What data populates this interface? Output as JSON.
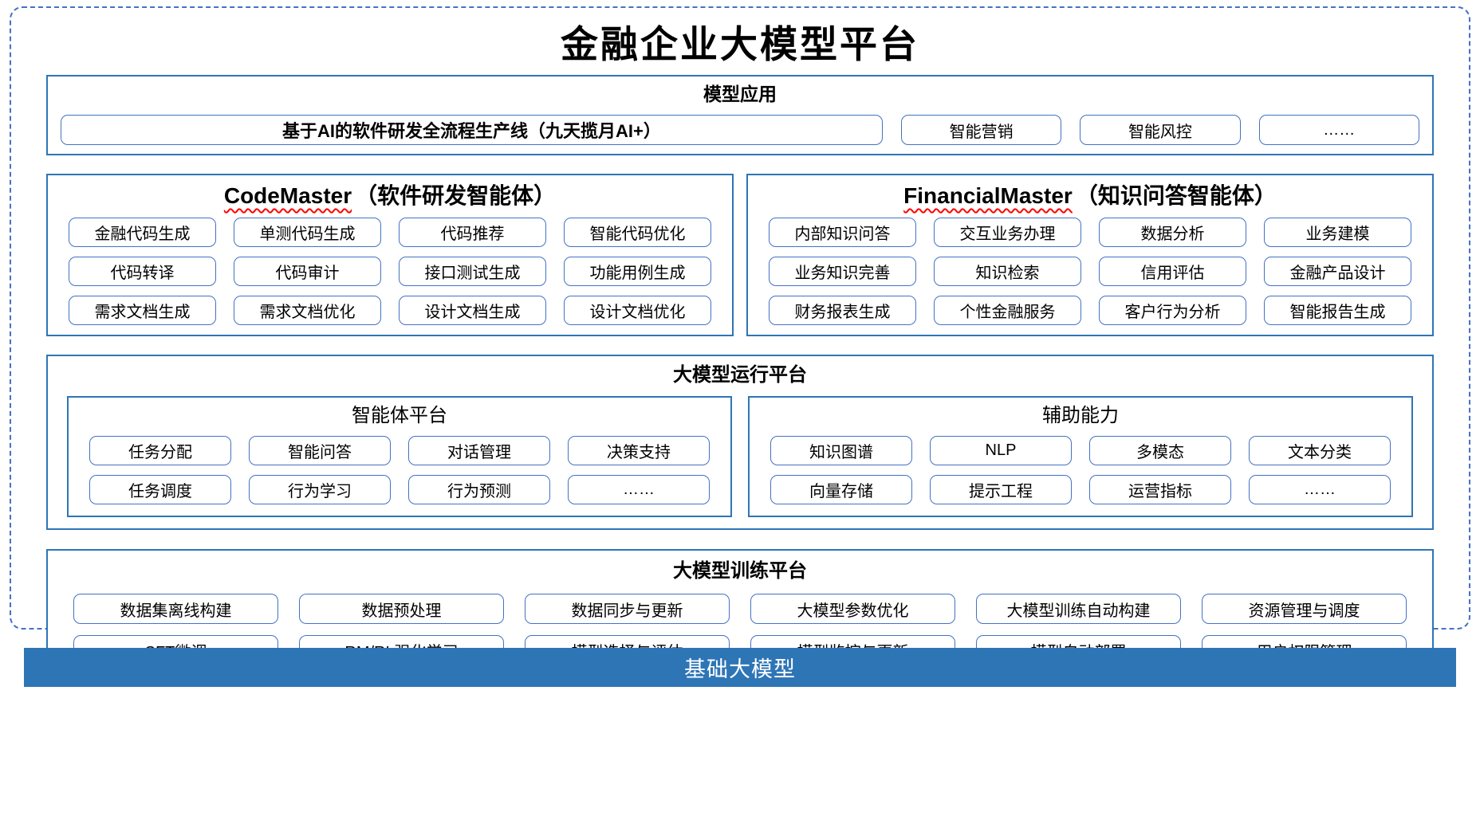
{
  "title": "金融企业大模型平台",
  "model_app": {
    "header": "模型应用",
    "main_item": "基于AI的软件研发全流程生产线（九天揽月AI+）",
    "items": [
      "智能营销",
      "智能风控",
      "……"
    ]
  },
  "agents": {
    "code_master": {
      "name": "CodeMaster",
      "subtitle": "（软件研发智能体）",
      "rows": [
        [
          "金融代码生成",
          "单测代码生成",
          "代码推荐",
          "智能代码优化"
        ],
        [
          "代码转译",
          "代码审计",
          "接口测试生成",
          "功能用例生成"
        ],
        [
          "需求文档生成",
          "需求文档优化",
          "设计文档生成",
          "设计文档优化"
        ]
      ]
    },
    "financial_master": {
      "name": "FinancialMaster",
      "subtitle": "（知识问答智能体）",
      "rows": [
        [
          "内部知识问答",
          "交互业务办理",
          "数据分析",
          "业务建模"
        ],
        [
          "业务知识完善",
          "知识检索",
          "信用评估",
          "金融产品设计"
        ],
        [
          "财务报表生成",
          "个性金融服务",
          "客户行为分析",
          "智能报告生成"
        ]
      ]
    }
  },
  "runtime_platform": {
    "header": "大模型运行平台",
    "agent_platform": {
      "header": "智能体平台",
      "rows": [
        [
          "任务分配",
          "智能问答",
          "对话管理",
          "决策支持"
        ],
        [
          "任务调度",
          "行为学习",
          "行为预测",
          "……"
        ]
      ]
    },
    "aux_capability": {
      "header": "辅助能力",
      "rows": [
        [
          "知识图谱",
          "NLP",
          "多模态",
          "文本分类"
        ],
        [
          "向量存储",
          "提示工程",
          "运营指标",
          "……"
        ]
      ]
    }
  },
  "training_platform": {
    "header": "大模型训练平台",
    "rows": [
      [
        "数据集离线构建",
        "数据预处理",
        "数据同步与更新",
        "大模型参数优化",
        "大模型训练自动构建",
        "资源管理与调度"
      ],
      [
        "SFT微调",
        "RM/RL强化学习",
        "模型选择与评估",
        "模型监控与更新",
        "模型自动部署",
        "用户权限管理"
      ]
    ]
  },
  "base_model": {
    "label": "基础大模型"
  },
  "colors": {
    "section_border": "#2E75B6",
    "item_border": "#4472C4",
    "outer_dashed_border": "#4472C4",
    "base_bar_background": "#2E75B6",
    "base_bar_text": "#FFFFFF",
    "spellcheck_underline": "#FF0000",
    "text": "#000000"
  }
}
